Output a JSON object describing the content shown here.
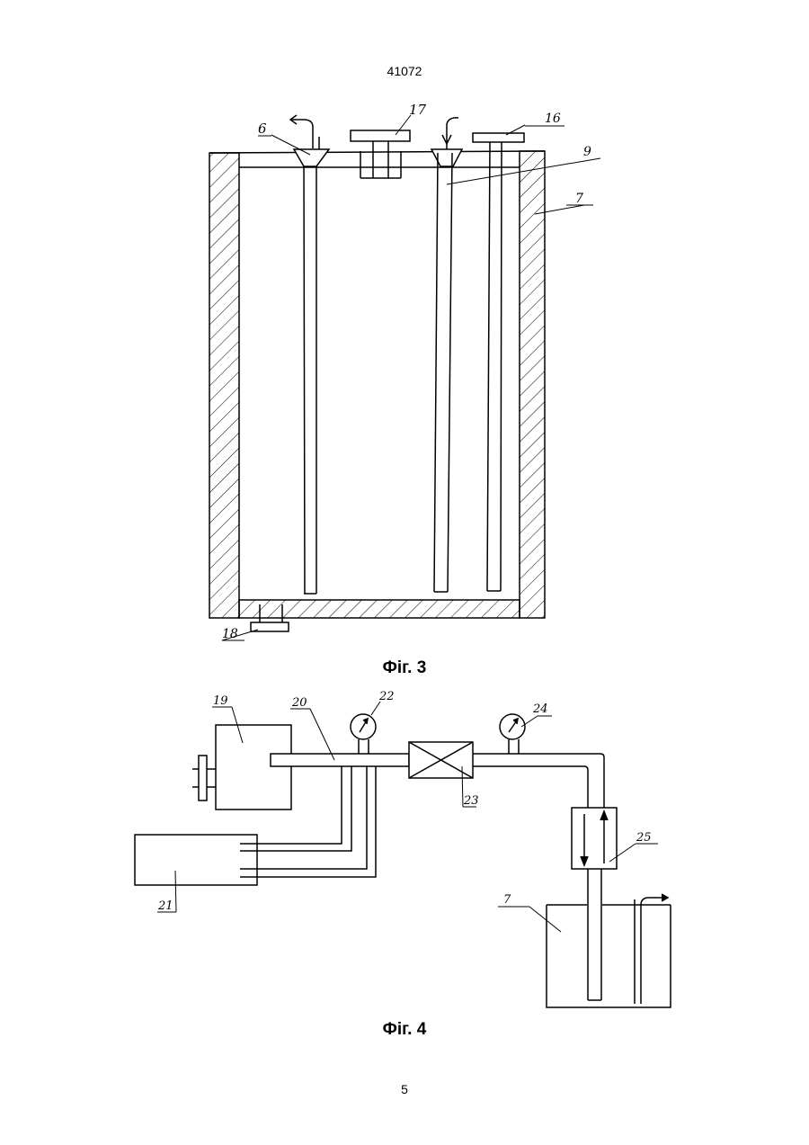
{
  "header": {
    "patent_number": "41072"
  },
  "figure3": {
    "caption": "Фіг. 3",
    "labels": {
      "l6": "6",
      "l17": "17",
      "l16": "16",
      "l9": "9",
      "l7": "7",
      "l18": "18"
    }
  },
  "figure4": {
    "caption": "Фіг. 4",
    "labels": {
      "l19": "19",
      "l20": "20",
      "l22": "22",
      "l24": "24",
      "l23": "23",
      "l25": "25",
      "l21": "21",
      "l7": "7"
    }
  },
  "footer": {
    "page_number": "5"
  }
}
